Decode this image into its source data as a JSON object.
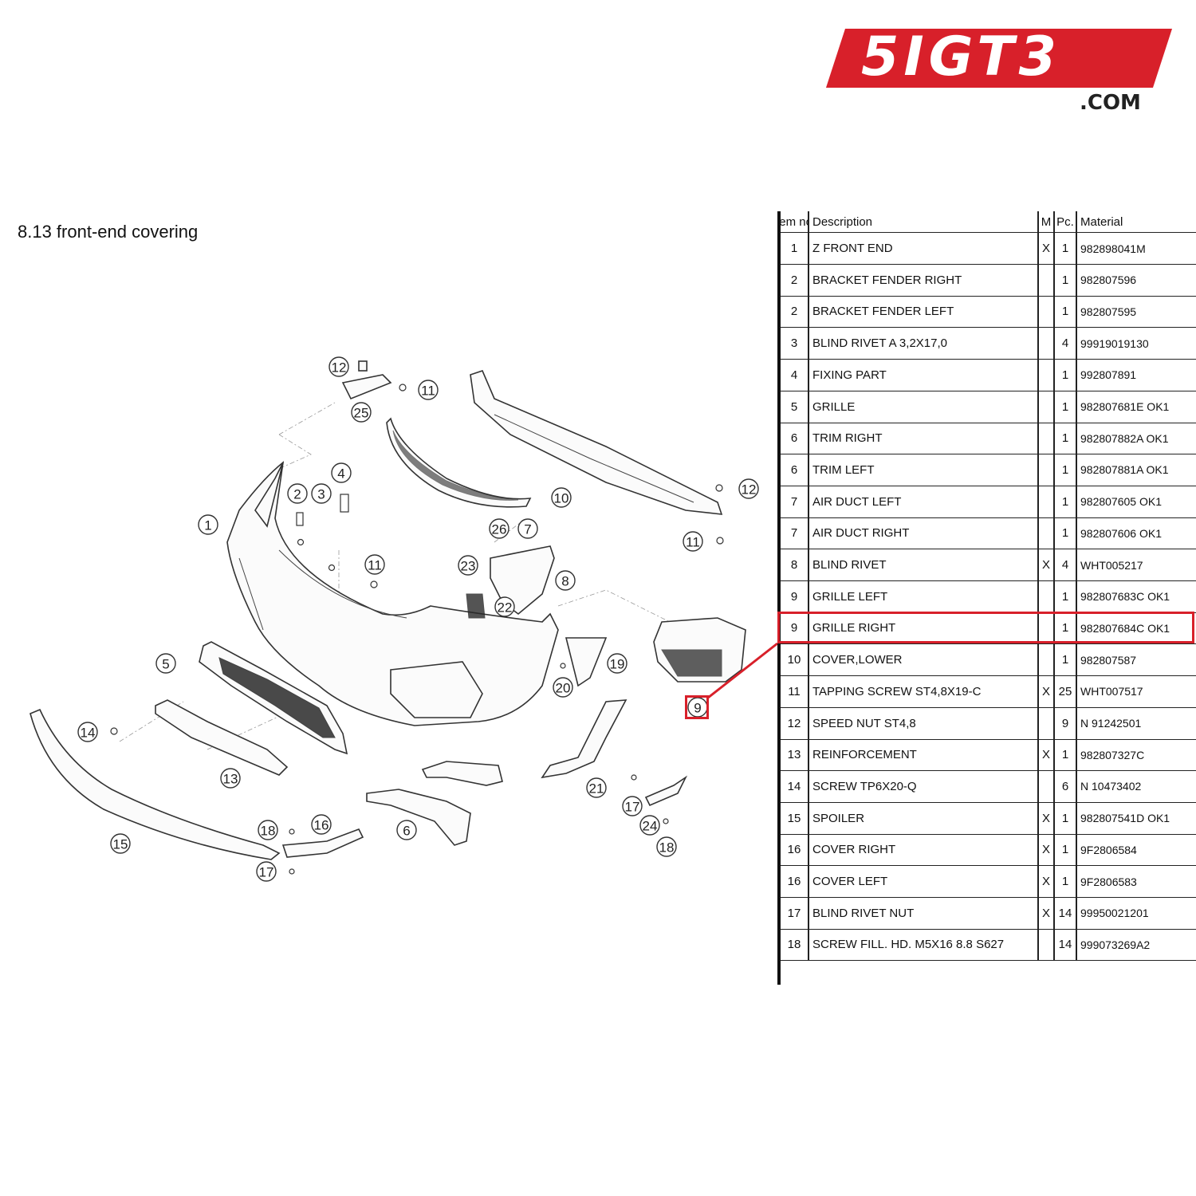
{
  "brand": {
    "logo_text": "5IGT3",
    "logo_suffix": ".COM",
    "accent_color": "#d8202a"
  },
  "page_title": "8.13  front-end covering",
  "table": {
    "headers": {
      "item_no": "Item no.",
      "description": "Description",
      "m": "M",
      "pc": "Pc.",
      "material": "Material"
    },
    "rows": [
      {
        "no": "1",
        "desc": "Z FRONT END",
        "m": "X",
        "pc": "1",
        "material": "982898041M"
      },
      {
        "no": "2",
        "desc": "BRACKET FENDER RIGHT",
        "m": "",
        "pc": "1",
        "material": "982807596"
      },
      {
        "no": "2",
        "desc": "BRACKET FENDER LEFT",
        "m": "",
        "pc": "1",
        "material": "982807595"
      },
      {
        "no": "3",
        "desc": "BLIND RIVET A 3,2X17,0",
        "m": "",
        "pc": "4",
        "material": "99919019130"
      },
      {
        "no": "4",
        "desc": "FIXING PART",
        "m": "",
        "pc": "1",
        "material": "992807891"
      },
      {
        "no": "5",
        "desc": "GRILLE",
        "m": "",
        "pc": "1",
        "material": "982807681E OK1"
      },
      {
        "no": "6",
        "desc": "TRIM RIGHT",
        "m": "",
        "pc": "1",
        "material": "982807882A OK1"
      },
      {
        "no": "6",
        "desc": "TRIM LEFT",
        "m": "",
        "pc": "1",
        "material": "982807881A OK1"
      },
      {
        "no": "7",
        "desc": "AIR DUCT LEFT",
        "m": "",
        "pc": "1",
        "material": "982807605 OK1"
      },
      {
        "no": "7",
        "desc": "AIR DUCT RIGHT",
        "m": "",
        "pc": "1",
        "material": "982807606 OK1"
      },
      {
        "no": "8",
        "desc": "BLIND RIVET",
        "m": "X",
        "pc": "4",
        "material": "WHT005217"
      },
      {
        "no": "9",
        "desc": "GRILLE LEFT",
        "m": "",
        "pc": "1",
        "material": "982807683C OK1"
      },
      {
        "no": "9",
        "desc": "GRILLE RIGHT",
        "m": "",
        "pc": "1",
        "material": "982807684C OK1"
      },
      {
        "no": "10",
        "desc": "COVER,LOWER",
        "m": "",
        "pc": "1",
        "material": "982807587"
      },
      {
        "no": "11",
        "desc": "TAPPING SCREW ST4,8X19-C",
        "m": "X",
        "pc": "25",
        "material": "WHT007517"
      },
      {
        "no": "12",
        "desc": "SPEED NUT ST4,8",
        "m": "",
        "pc": "9",
        "material": "N 91242501"
      },
      {
        "no": "13",
        "desc": "REINFORCEMENT",
        "m": "X",
        "pc": "1",
        "material": "982807327C"
      },
      {
        "no": "14",
        "desc": "SCREW TP6X20-Q",
        "m": "",
        "pc": "6",
        "material": "N 10473402"
      },
      {
        "no": "15",
        "desc": "SPOILER",
        "m": "X",
        "pc": "1",
        "material": "982807541D OK1"
      },
      {
        "no": "16",
        "desc": "COVER RIGHT",
        "m": "X",
        "pc": "1",
        "material": "9F2806584"
      },
      {
        "no": "16",
        "desc": "COVER LEFT",
        "m": "X",
        "pc": "1",
        "material": "9F2806583"
      },
      {
        "no": "17",
        "desc": "BLIND RIVET NUT",
        "m": "X",
        "pc": "14",
        "material": "99950021201"
      },
      {
        "no": "18",
        "desc": "SCREW FILL. HD. M5X16 8.8 S627",
        "m": "",
        "pc": "14",
        "material": "999073269A2"
      }
    ],
    "highlighted_row_index": 12
  },
  "diagram": {
    "callouts": [
      "12",
      "11",
      "25",
      "4",
      "2",
      "3",
      "1",
      "10",
      "12",
      "26",
      "7",
      "11",
      "11",
      "23",
      "8",
      "22",
      "5",
      "19",
      "20",
      "9",
      "14",
      "13",
      "21",
      "17",
      "24",
      "18",
      "18",
      "16",
      "6",
      "15",
      "17"
    ]
  }
}
